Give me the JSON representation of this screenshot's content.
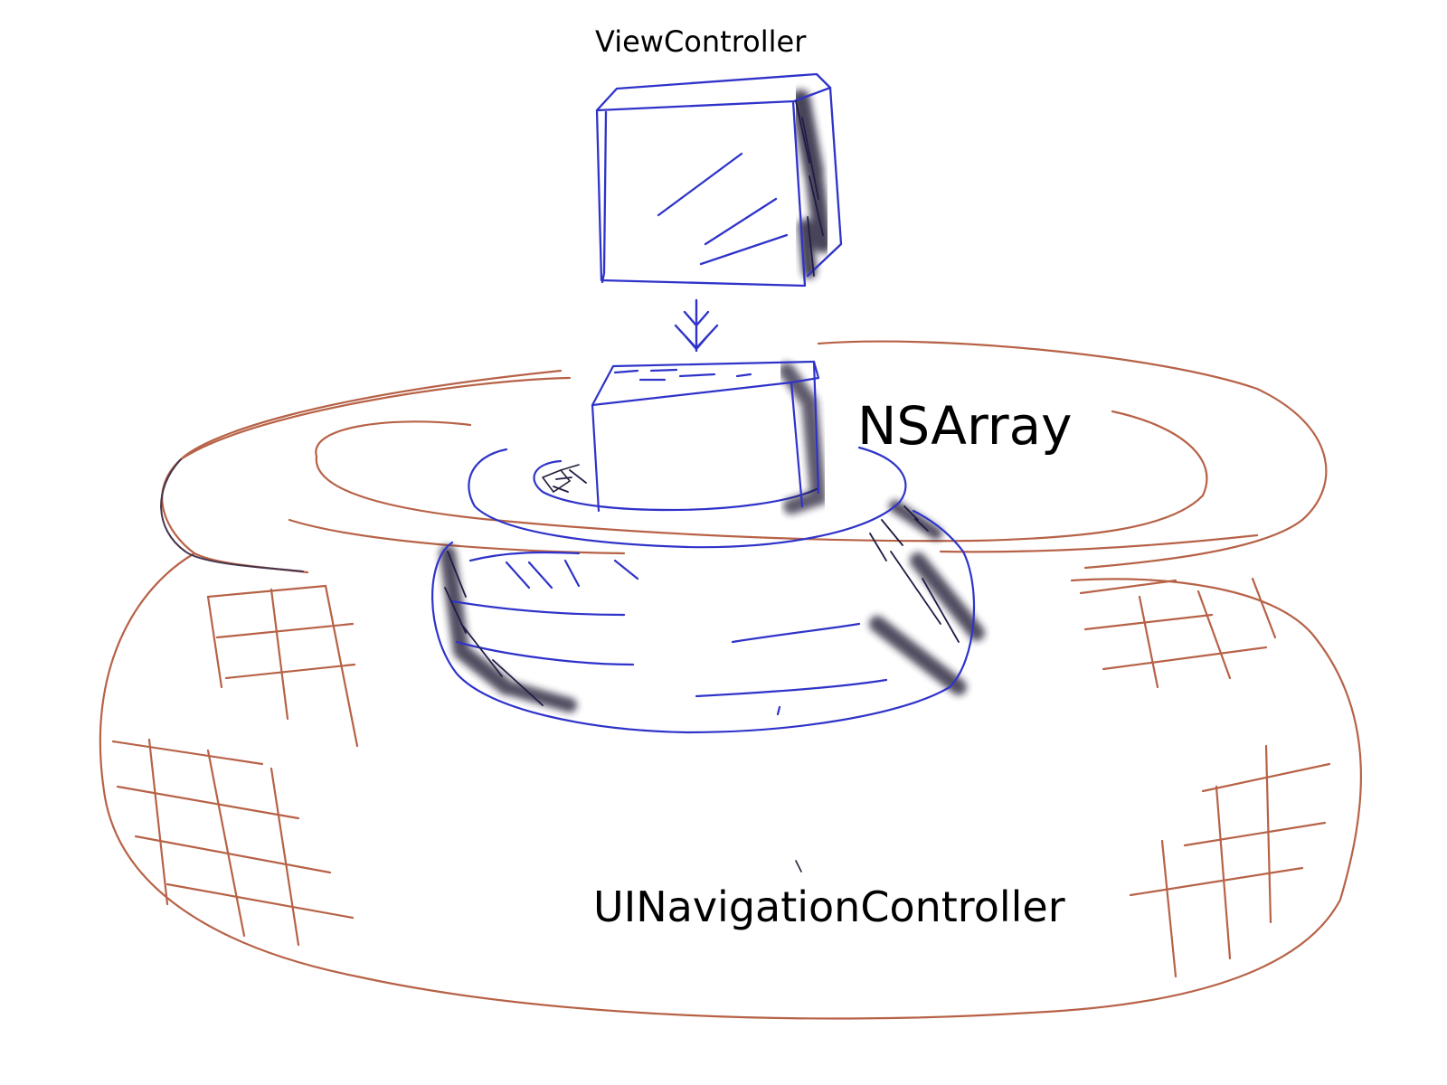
{
  "labels": {
    "view_controller": "ViewController",
    "ns_array": "NSArray",
    "navigation_controller": "UINavigationController"
  },
  "colors": {
    "view_controller_stroke": "#2f33c9",
    "ns_array_stroke": "#2f33c9",
    "navigation_stroke": "#b76247",
    "shading": "#241d36",
    "background": "#ffffff"
  }
}
